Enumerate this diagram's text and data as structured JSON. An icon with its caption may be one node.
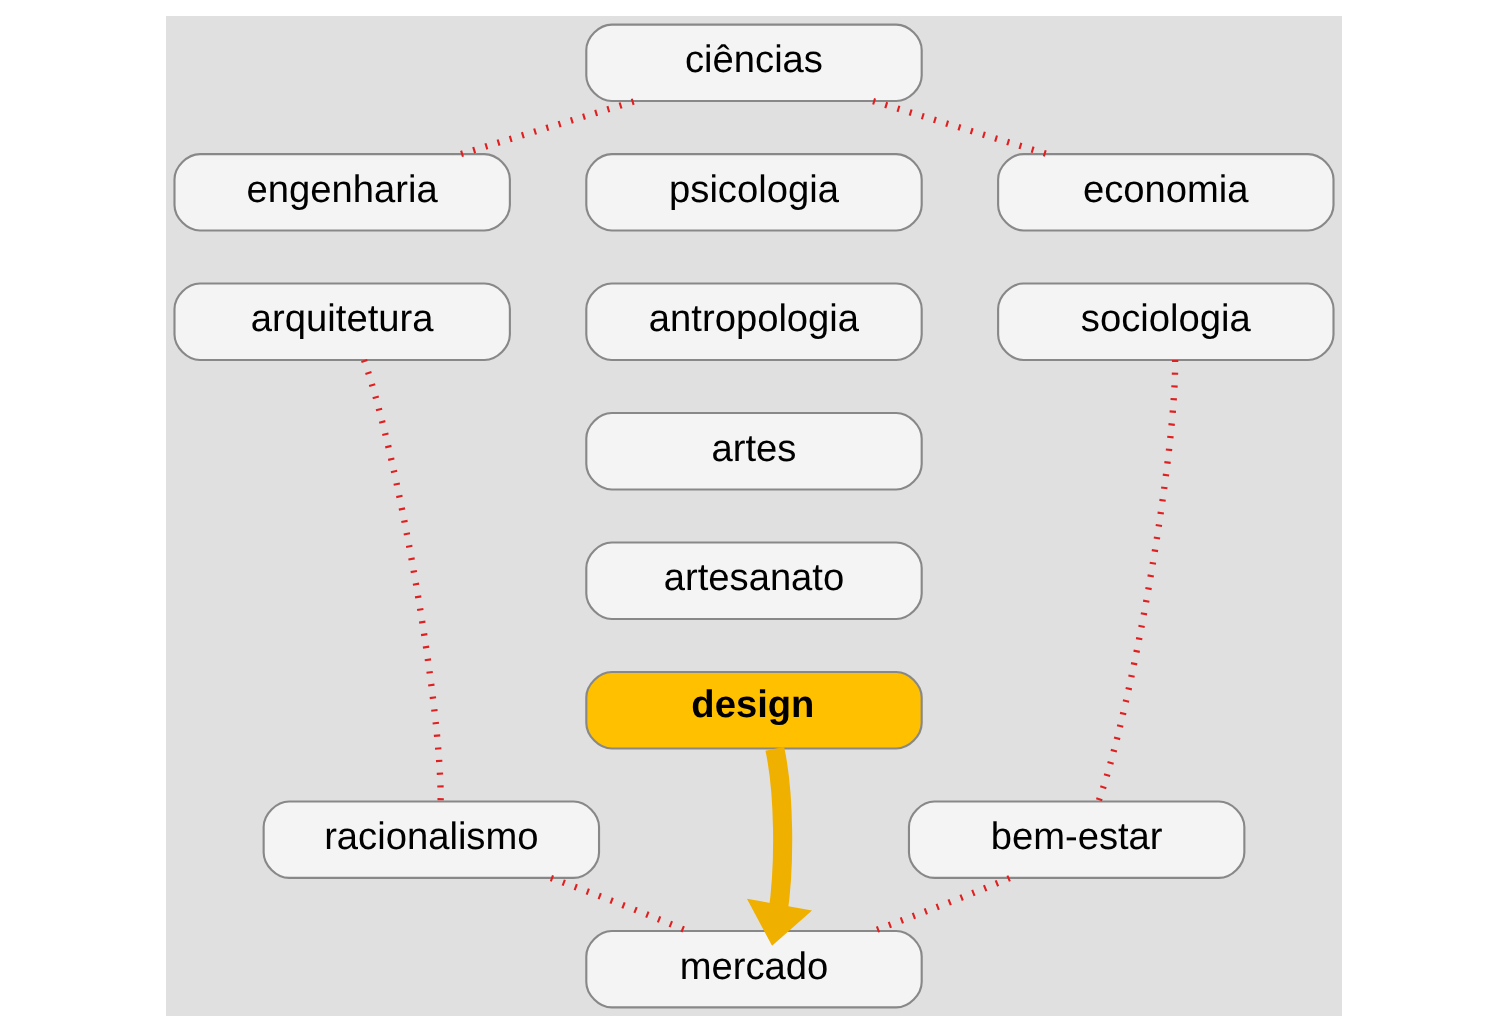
{
  "diagram": {
    "nodes": [
      {
        "text": [
          "ciências"
        ]
      },
      {
        "text": [
          "engenharia"
        ]
      },
      {
        "text": [
          "psicologia"
        ]
      },
      {
        "text": [
          "economia"
        ]
      },
      {
        "text": [
          "arquitetura"
        ]
      },
      {
        "text": [
          "antropologia"
        ]
      },
      {
        "text": [
          "sociologia"
        ]
      },
      {
        "text": [
          "artes"
        ]
      },
      {
        "text": [
          "artesanato"
        ]
      },
      {
        "text": [
          "design"
        ]
      },
      {
        "text": [
          "racionalismo"
        ]
      },
      {
        "text": [
          "bem-estar"
        ]
      },
      {
        "text": [
          "mercado"
        ]
      }
    ],
    "edges": [
      {
        "from": 1,
        "to": 0,
        "arrow": "none",
        "style": "dashed",
        "color": "#e02020"
      },
      {
        "from": 0,
        "to": 3,
        "arrow": "none",
        "style": "dashed",
        "color": "#e02020"
      },
      {
        "from": 6,
        "to": 11,
        "arrow": "none",
        "style": "dashed",
        "color": "#e02020"
      },
      {
        "from": 11,
        "to": 12,
        "arrow": "none",
        "style": "dashed",
        "color": "#e02020"
      },
      {
        "from": 10,
        "to": 12,
        "arrow": "none",
        "style": "dashed",
        "color": "#e02020"
      },
      {
        "from": 4,
        "to": 10,
        "arrow": "none",
        "style": "dashed",
        "color": "#e02020"
      },
      {
        "from": 9,
        "to": 12,
        "arrow": "to",
        "style": "thick",
        "color": "#f0b000"
      }
    ]
  }
}
